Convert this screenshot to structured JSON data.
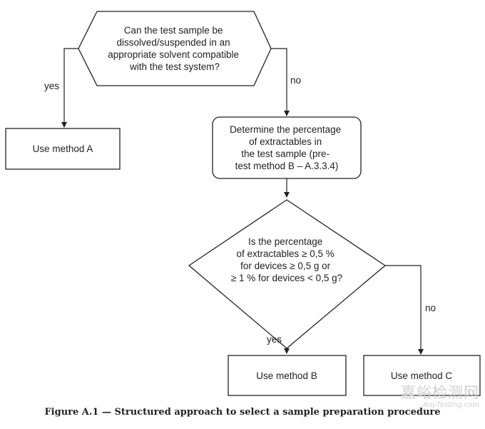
{
  "nodes": {
    "q1": [
      "Can the test sample be",
      "dissolved/suspended in an",
      "appropriate solvent compatible",
      "with the test system?"
    ],
    "methodA": [
      "Use method A"
    ],
    "determine": [
      "Determine the percentage",
      "of extractables in",
      "the test sample (pre-",
      "test method B – A.3.3.4)"
    ],
    "q2": [
      "Is the percentage",
      "of extractables ≥ 0,5 %",
      "for devices ≥ 0,5 g or",
      "≥ 1 % for devices < 0,5 g?"
    ],
    "methodB": [
      "Use method B"
    ],
    "methodC": [
      "Use method C"
    ]
  },
  "edges": {
    "q1_yes": "yes",
    "q1_no": "no",
    "q2_yes": "yes",
    "q2_no": "no"
  },
  "caption": "Figure A.1 — Structured approach to select a sample preparation procedure",
  "watermark": {
    "text_cn": "嘉峪检测网",
    "text_en": "AnyTesting.com"
  }
}
